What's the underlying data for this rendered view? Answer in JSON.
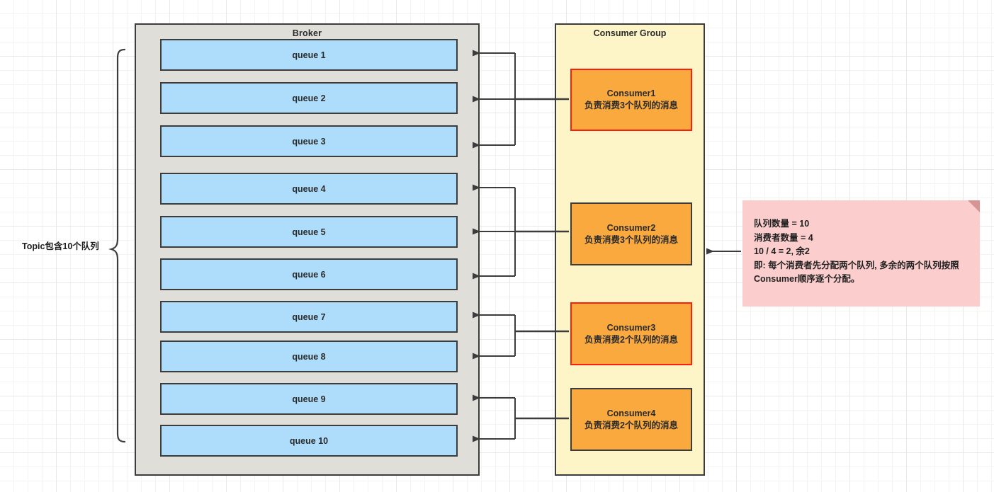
{
  "diagram": {
    "title_broker": "Broker",
    "title_consumer_group": "Consumer Group",
    "topic_label": "Topic包含10个队列",
    "queues": [
      {
        "label": "queue 1"
      },
      {
        "label": "queue 2"
      },
      {
        "label": "queue 3"
      },
      {
        "label": "queue 4"
      },
      {
        "label": "queue 5"
      },
      {
        "label": "queue 6"
      },
      {
        "label": "queue 7"
      },
      {
        "label": "queue 8"
      },
      {
        "label": "queue 9"
      },
      {
        "label": "queue 10"
      }
    ],
    "consumers": [
      {
        "name": "Consumer1",
        "desc": "负责消费3个队列的消息",
        "border": "red",
        "queue_count": 3
      },
      {
        "name": "Consumer2",
        "desc": "负责消费3个队列的消息",
        "border": "gray",
        "queue_count": 3
      },
      {
        "name": "Consumer3",
        "desc": "负责消费2个队列的消息",
        "border": "red",
        "queue_count": 2
      },
      {
        "name": "Consumer4",
        "desc": "负责消费2个队列的消息",
        "border": "gray",
        "queue_count": 2
      }
    ],
    "note": {
      "line1": "队列数量 = 10",
      "line2": "消费者数量 = 4",
      "line3": "10 / 4 = 2, 余2",
      "line4": "即: 每个消费者先分配两个队列, 多余的两个队列按照Consumer顺序逐个分配。",
      "text": "队列数量 = 10\n消费者数量 = 4\n10 / 4 = 2, 余2\n即: 每个消费者先分配两个队列, 多余的两个队列按照Consumer顺序逐个分配。"
    },
    "colors": {
      "broker_fill": "#e0ded9",
      "queue_fill": "#aeddfb",
      "group_fill": "#fdf5c8",
      "consumer_fill": "#f9a93d",
      "consumer_border_red": "#fa1f0f",
      "stroke": "#3c3c3c",
      "note_fill": "#fbcdcd"
    }
  }
}
